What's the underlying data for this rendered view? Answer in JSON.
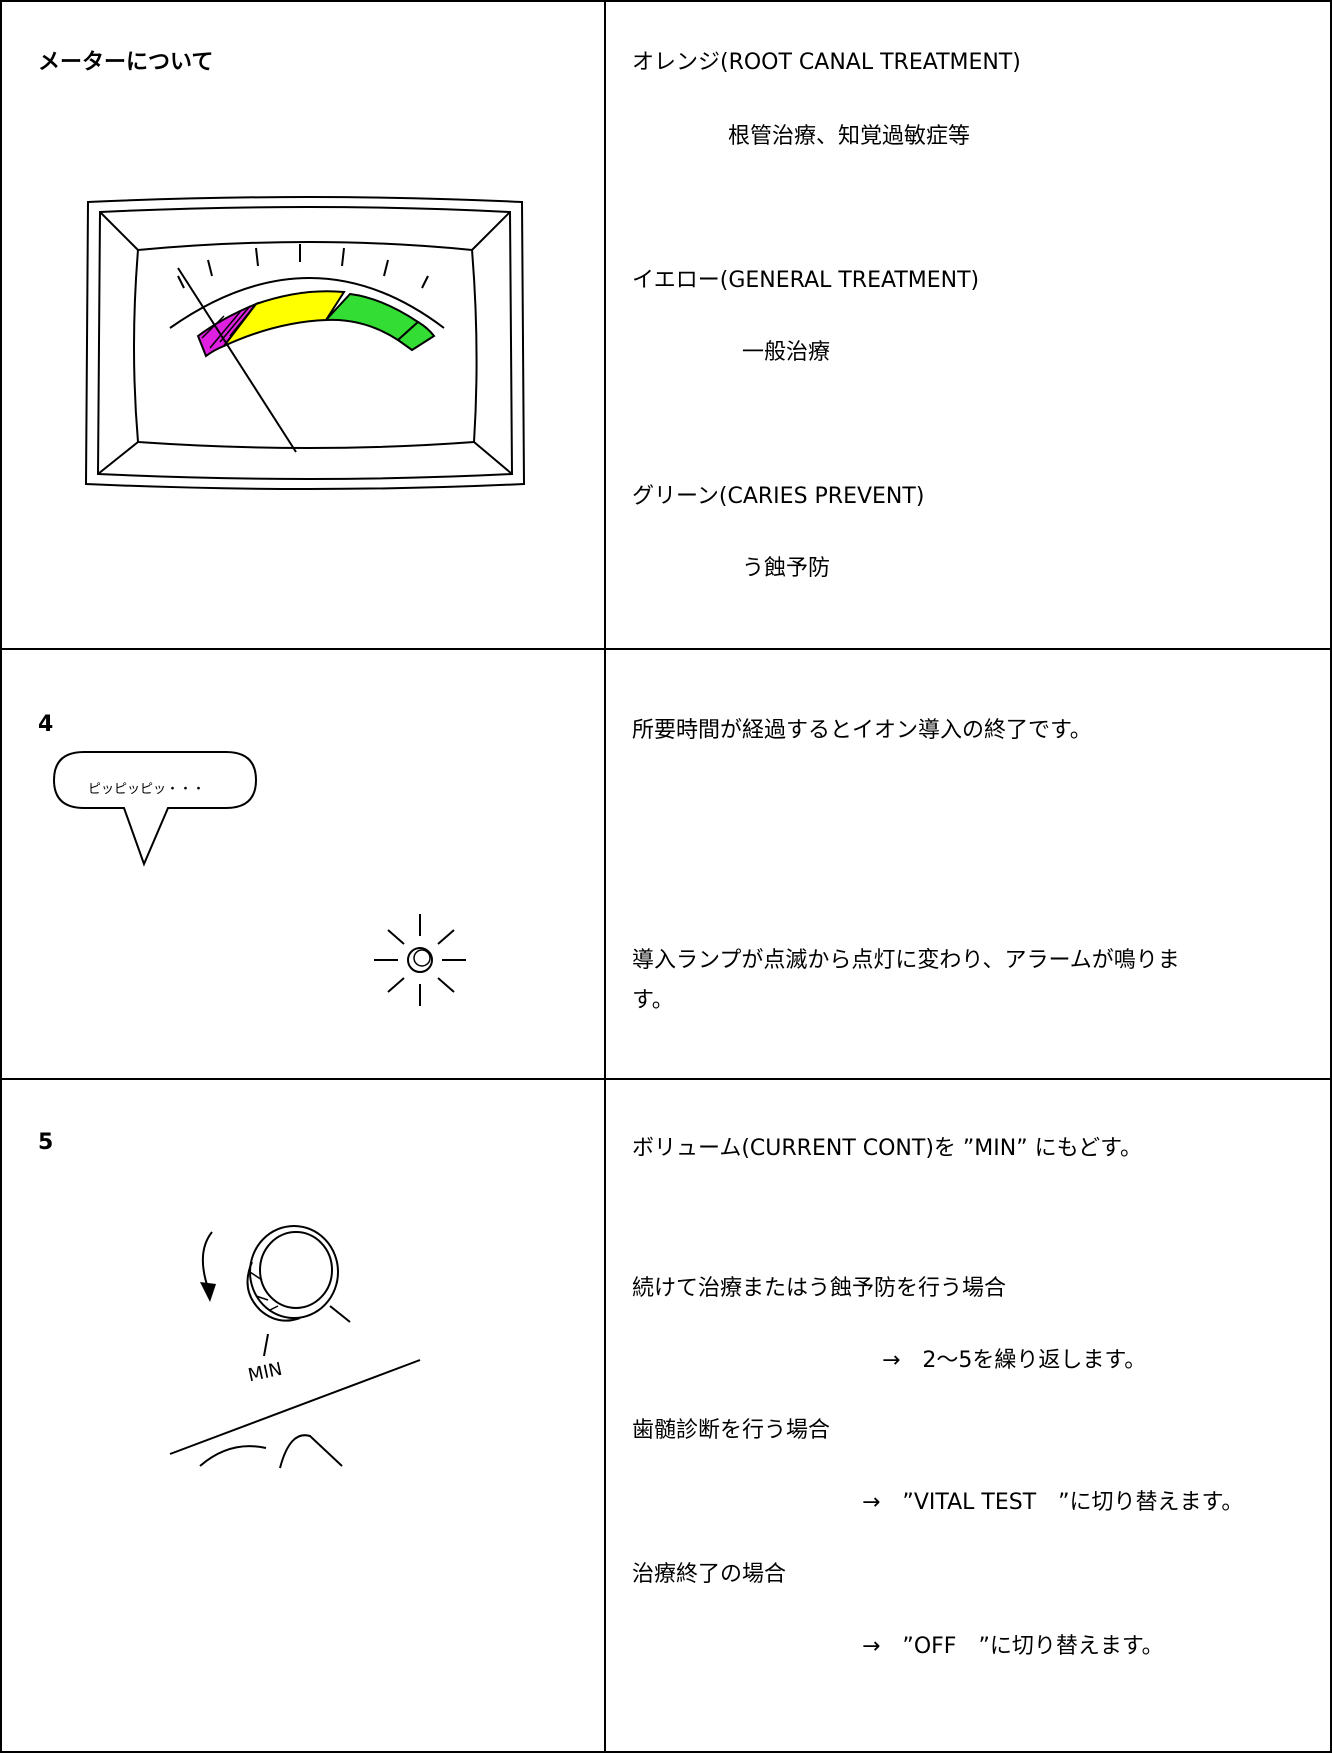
{
  "meter": {
    "heading": "メーターについて",
    "colors": {
      "orange_band": "#e020e0",
      "yellow_band": "#ffff00",
      "green_band": "#33dd33"
    },
    "orange_title": "オレンジ(ROOT CANAL TREATMENT)",
    "orange_desc": "根管治療、知覚過敏症等",
    "yellow_title": "イエロー(GENERAL TREATMENT)",
    "yellow_desc": "一般治療",
    "green_title": "グリーン(CARIES PREVENT)",
    "green_desc": "う蝕予防"
  },
  "step4": {
    "number": "4",
    "bubble": "ピッピッピッ・・・",
    "text1": "所要時間が経過するとイオン導入の終了です。",
    "text2_line1": "導入ランプが点滅から点灯に変わり、アラームが鳴りま",
    "text2_line2": "す。"
  },
  "step5": {
    "number": "5",
    "knob_label": "MIN",
    "text1": "ボリューム(CURRENT CONT)を ”MIN” にもどす。",
    "text2": "続けて治療またはう蝕予防を行う場合",
    "text3": "→　2～5を繰り返します。",
    "text4": "歯髄診断を行う場合",
    "text5": "→　”VITAL TEST　”に切り替えます。",
    "text6": "治療終了の場合",
    "text7": "→　”OFF　”に切り替えます。"
  }
}
